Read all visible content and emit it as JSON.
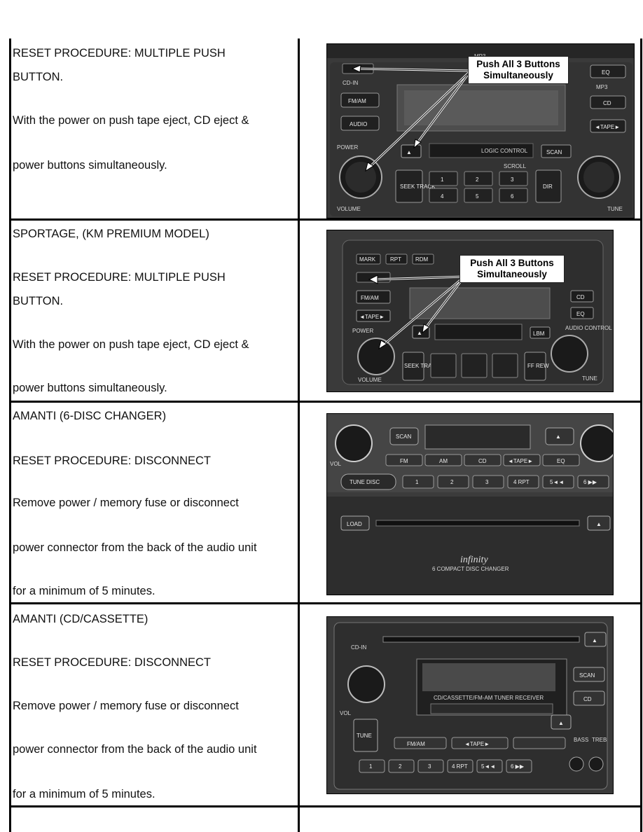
{
  "rows": [
    {
      "lines": [
        "RESET PROCEDURE: MULTIPLE PUSH",
        "BUTTON.",
        "With the power on push tape eject, CD eject &",
        "power buttons simultaneously."
      ],
      "photo": {
        "callout": [
          "Push All 3 Buttons",
          "Simultaneously"
        ],
        "labels": {
          "mp3": "MP3",
          "cd_in": "CD-IN",
          "fm_am": "FM/AM",
          "audio": "AUDIO",
          "power": "POWER",
          "volume": "VOLUME",
          "logic": "LOGIC CONTROL",
          "scan": "SCAN",
          "eq": "EQ",
          "mp3_right": "MP3",
          "cd": "CD",
          "tape": "◄TAPE►",
          "seek": "SEEK TRACK",
          "scroll": "SCROLL",
          "dir": "DIR",
          "p1": "1",
          "p2": "2",
          "p3": "3",
          "p4": "4",
          "p5": "5",
          "p6": "6",
          "tune": "TUNE"
        }
      }
    },
    {
      "lines": [
        "SPORTAGE, (KM PREMIUM MODEL)",
        "RESET PROCEDURE: MULTIPLE PUSH",
        "BUTTON.",
        "With the power on push tape eject, CD eject &",
        "power buttons simultaneously."
      ],
      "photo": {
        "callout": [
          "Push All 3 Buttons",
          "Simultaneously"
        ],
        "labels": {
          "mark": "MARK",
          "rpt": "RPT",
          "rdm": "RDM",
          "fm_am": "FM/AM",
          "tape": "◄TAPE►",
          "power": "POWER",
          "volume": "VOLUME",
          "cd": "CD",
          "eq": "EQ",
          "lbm": "LBM",
          "audio_control": "AUDIO CONTROL",
          "tune": "TUNE",
          "seek": "SEEK TRACK",
          "fwd_rew": "FF REW"
        }
      }
    },
    {
      "lines": [
        "AMANTI (6-DISC CHANGER)",
        "RESET PROCEDURE: DISCONNECT",
        "Remove power / memory fuse or disconnect",
        "power connector from the back of the audio unit",
        "for a minimum of 5 minutes."
      ],
      "photo": {
        "labels": {
          "scan": "SCAN",
          "fm": "FM",
          "am": "AM",
          "cd": "CD",
          "tape": "◄TAPE►",
          "eq": "EQ",
          "vol": "VOL",
          "tune": "TUNE DISC",
          "p1": "1",
          "p2": "2",
          "p3": "3",
          "p4": "4 RPT",
          "p5": "5◄◄",
          "p6": "6 ▶▶",
          "load": "LOAD",
          "brand": "infinity",
          "brand_sub": "6 COMPACT DISC CHANGER"
        }
      }
    },
    {
      "lines": [
        "AMANTI (CD/CASSETTE)",
        "RESET PROCEDURE: DISCONNECT",
        "Remove power / memory fuse or disconnect",
        "power connector from the back of the audio unit",
        "for a minimum of 5 minutes."
      ],
      "photo": {
        "labels": {
          "cd_in": "CD-IN",
          "scan": "SCAN",
          "cd": "CD",
          "vol": "VOL",
          "tune": "TUNE",
          "fm_am": "FM/AM",
          "tape": "◄TAPE►",
          "unit": "CD/CASSETTE/FM-AM TUNER RECEIVER",
          "bass": "BASS",
          "treb": "TREB",
          "p1": "1",
          "p2": "2",
          "p3": "3",
          "p4": "4 RPT",
          "p5": "5◄◄",
          "p6": "6 ▶▶"
        }
      }
    }
  ]
}
